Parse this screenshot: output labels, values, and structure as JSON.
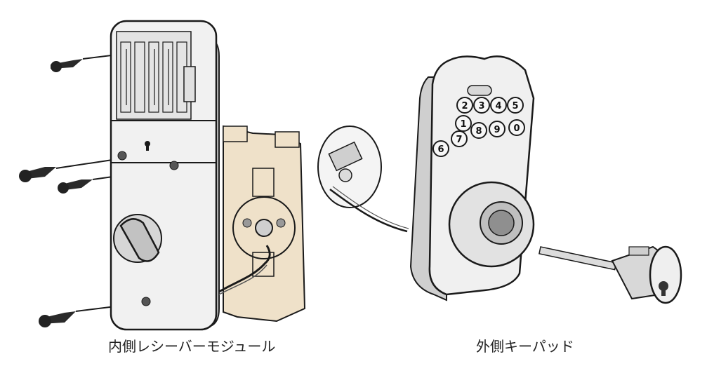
{
  "captions": {
    "inside_module": "内側レシーバーモジュール",
    "outside_keypad": "外側キーパッド"
  },
  "keypad": {
    "keys": [
      "1",
      "2",
      "3",
      "4",
      "5",
      "6",
      "7",
      "8",
      "9",
      "0"
    ]
  },
  "colors": {
    "outline": "#1a1a1a",
    "metal_light": "#f1f1f1",
    "metal_mid": "#dcdcdc",
    "metal_dark": "#b9b9b9",
    "mount_plate": "#efe1c9"
  }
}
